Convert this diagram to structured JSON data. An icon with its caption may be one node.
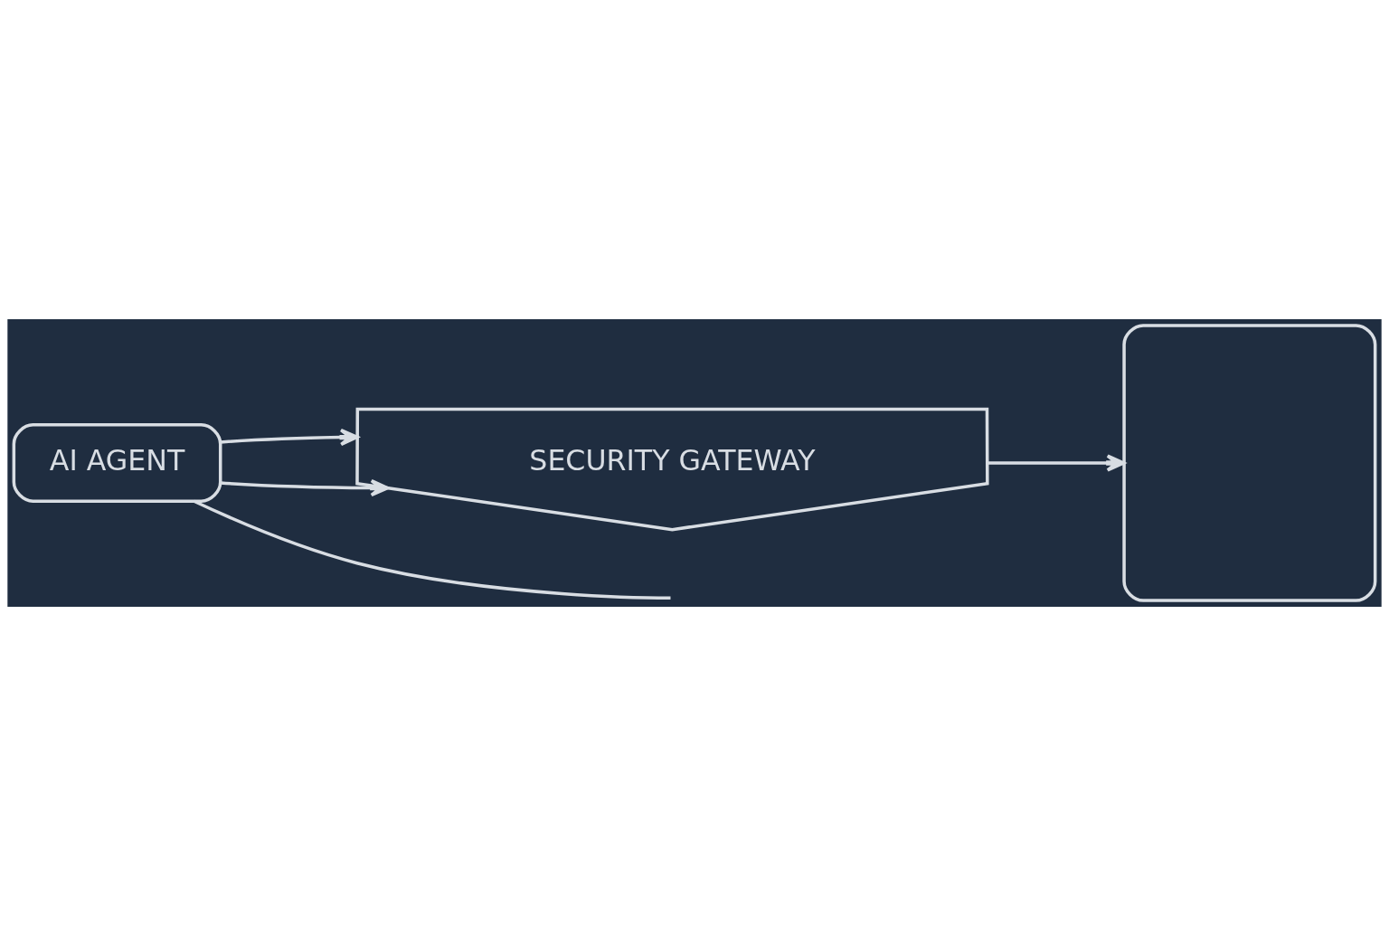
{
  "diagram": {
    "nodes": [
      {
        "text": [
          "AI AGENT"
        ]
      },
      {
        "text": [
          "SECURITY GATEWAY"
        ]
      },
      {
        "text": [],
        "shape": "box"
      }
    ],
    "edges": [
      {
        "from": 0,
        "to": 1,
        "arrow": "to"
      },
      {
        "from": 0,
        "to": 1,
        "arrow": "to"
      },
      {
        "from": 1,
        "to": 2,
        "arrow": "to"
      },
      {
        "from": 0,
        "to": null,
        "arrow": "none"
      }
    ]
  }
}
